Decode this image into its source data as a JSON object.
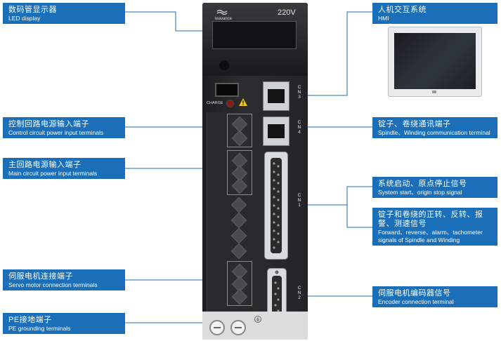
{
  "device": {
    "voltage": "220V",
    "brand": "leavance",
    "charge": "CHARGE",
    "ports": {
      "cn3": "C N 3",
      "cn4": "C N 4",
      "cn1": "C N 1",
      "cn2": "C N 2"
    }
  },
  "labels": {
    "led": {
      "cn": "数码管显示器",
      "en": "LED display"
    },
    "control": {
      "cn": "控制回路电源输入端子",
      "en": "Control circuit power input terminals"
    },
    "main": {
      "cn": "主回路电源输入端子",
      "en": "Main circuit power input terminals"
    },
    "servo": {
      "cn": "伺服电机连接端子",
      "en": "Servo motor connection terminals"
    },
    "pe": {
      "cn": "PE接地端子",
      "en": "PE grounding terminals"
    },
    "hmi": {
      "cn": "人机交互系统",
      "en": "HMI"
    },
    "spindle": {
      "cn": "锭子、卷绕通讯端子",
      "en": "Spindle、Winding communication terminal"
    },
    "start": {
      "cn": "系统启动、原点停止信号",
      "en": "System start、origin stop signal"
    },
    "forward": {
      "cn": "锭子和卷绕的正转、反转、报警、测速信号",
      "en": "Forward、reverse、alarm、tachometer signals of Spindle and Winding"
    },
    "encoder": {
      "cn": "伺服电机编码器信号",
      "en": "Encoder connection terminal"
    }
  },
  "colors": {
    "label_bg": "#1a6fb8",
    "line": "#1a6fb8"
  }
}
